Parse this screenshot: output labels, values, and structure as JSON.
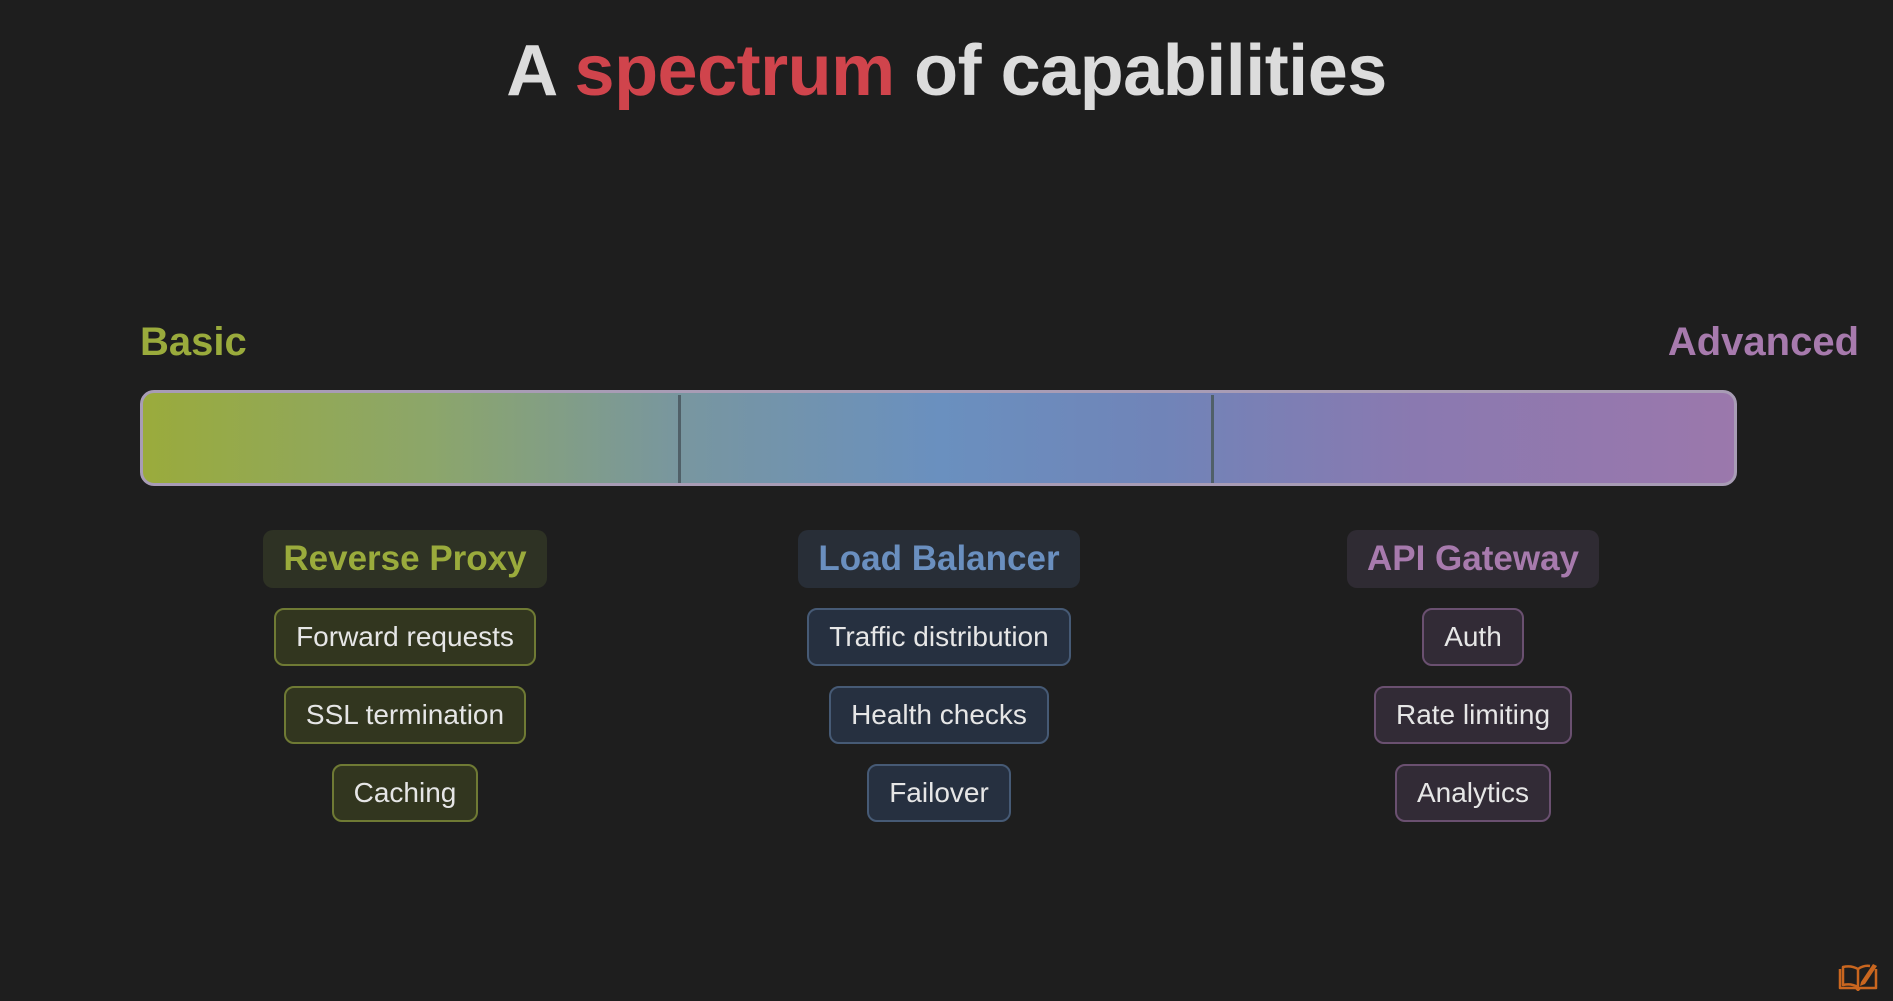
{
  "title": {
    "part1": "A ",
    "accent": "spectrum",
    "part2": " of capabilities"
  },
  "spectrum": {
    "start_label": "Basic",
    "end_label": "Advanced"
  },
  "columns": [
    {
      "heading": "Reverse Proxy",
      "items": [
        "Forward requests",
        "SSL termination",
        "Caching"
      ]
    },
    {
      "heading": "Load Balancer",
      "items": [
        "Traffic distribution",
        "Health checks",
        "Failover"
      ]
    },
    {
      "heading": "API Gateway",
      "items": [
        "Auth",
        "Rate limiting",
        "Analytics"
      ]
    }
  ],
  "colors": {
    "background": "#1e1e1e",
    "accent_red": "#d0444c",
    "basic_green": "#9aab3c",
    "balancer_blue": "#6a8fbf",
    "advanced_purple": "#a77aad"
  },
  "icons": {
    "corner": "book-pen-icon"
  }
}
